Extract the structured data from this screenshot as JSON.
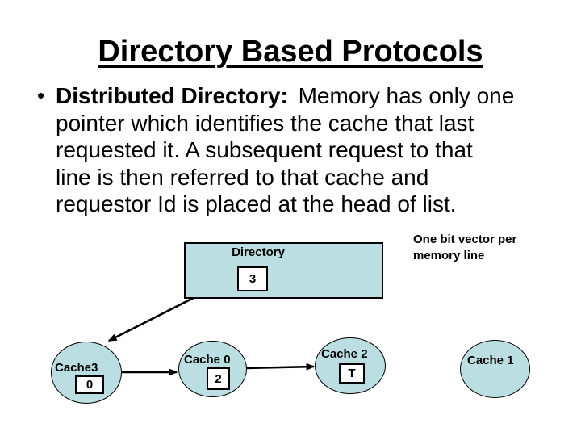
{
  "slide": {
    "title": "Directory Based Protocols",
    "bullet": {
      "marker": "•",
      "lead_bold": "Distributed Directory:",
      "lines": [
        " Memory has only one",
        "pointer which identifies the cache that last",
        "requested it. A subsequent request to that",
        "line is then referred to that cache and",
        "requestor Id is placed at the head of list."
      ]
    }
  },
  "diagram": {
    "fill_color": "#bbdee2",
    "line_color": "#000000",
    "directory": {
      "label": "Directory",
      "pointer_value": "3"
    },
    "annotation": {
      "line1": "One bit vector per",
      "line2": "memory line"
    },
    "caches": [
      {
        "label": "Cache3",
        "value": "0"
      },
      {
        "label": "Cache 0",
        "value": "2"
      },
      {
        "label": "Cache 2",
        "value": "T"
      },
      {
        "label": "Cache 1",
        "value": ""
      }
    ]
  }
}
